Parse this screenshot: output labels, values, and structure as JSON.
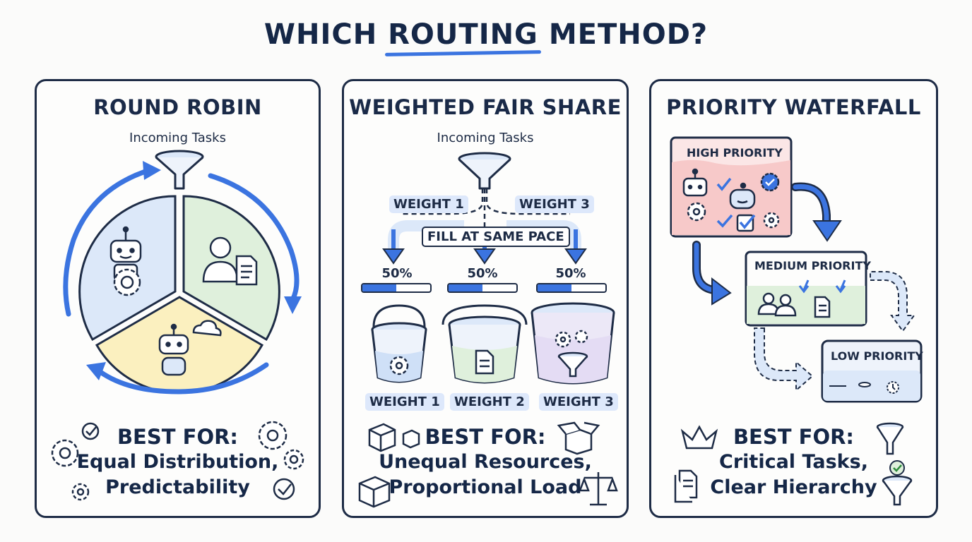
{
  "title": {
    "pre": "WHICH ",
    "highlight": "ROUTING",
    "post": " METHOD?"
  },
  "colors": {
    "accent": "#3b74e0",
    "ink": "#1e2c46",
    "blue_fill": "#dce8f9",
    "green_fill": "#dff0dc",
    "yellow_fill": "#fbf0bf",
    "red_fill": "#f9d9d9"
  },
  "panels": [
    {
      "title": "ROUND ROBIN",
      "incoming": "Incoming Tasks",
      "best_for": "BEST FOR:",
      "lines": [
        "Equal Distribution,",
        "Predictability"
      ]
    },
    {
      "title": "WEIGHTED FAIR SHARE",
      "incoming": "Incoming Tasks",
      "weight_tags": [
        "WEIGHT 1",
        "WEIGHT 3"
      ],
      "pace_label": "FILL AT SAME PACE",
      "buckets": [
        {
          "percent": "50%",
          "fill": 0.5,
          "label": "WEIGHT 1",
          "icon": "gear-icon"
        },
        {
          "percent": "50%",
          "fill": 0.5,
          "label": "WEIGHT 2",
          "icon": "document-icon"
        },
        {
          "percent": "50%",
          "fill": 0.5,
          "label": "WEIGHT 3",
          "icon": "funnel-icon"
        }
      ],
      "best_for": "BEST FOR:",
      "lines": [
        "Unequal Resources,",
        "Proportional Load"
      ]
    },
    {
      "title": "PRIORITY WATERFALL",
      "tiers": [
        "HIGH PRIORITY",
        "MEDIUM PRIORITY",
        "LOW PRIORITY"
      ],
      "best_for": "BEST FOR:",
      "lines": [
        "Critical Tasks,",
        "Clear Hierarchy"
      ]
    }
  ]
}
